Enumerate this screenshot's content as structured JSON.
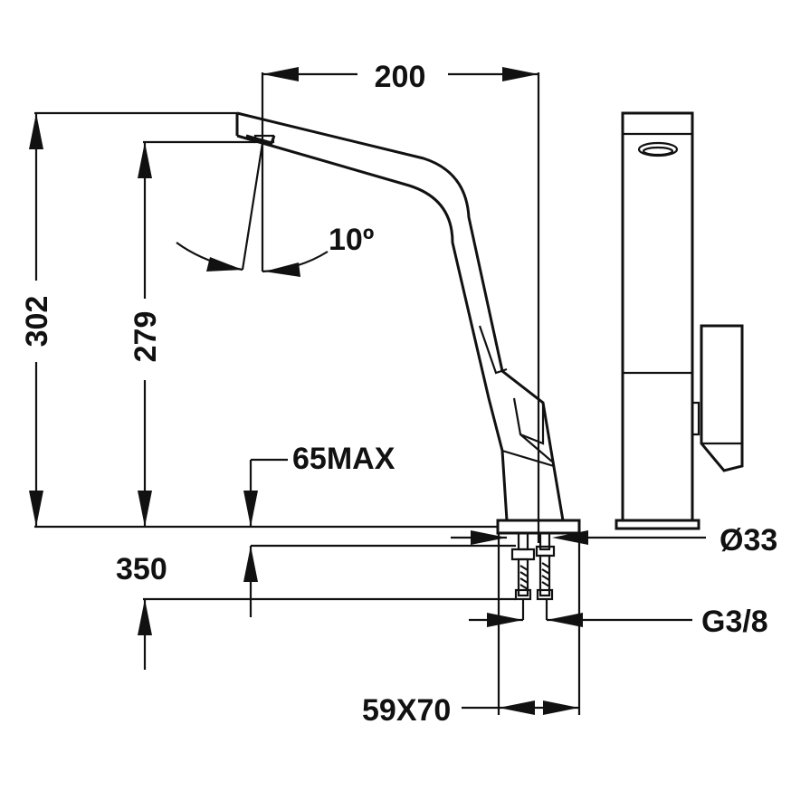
{
  "dimensions": {
    "width_200": "200",
    "height_302": "302",
    "height_279": "279",
    "angle": "10º",
    "deck_max": "65MAX",
    "hose_350": "350",
    "diameter": "Ø33",
    "thread": "G3/8",
    "base": "59X70"
  },
  "colors": {
    "line": "#111111",
    "background": "#ffffff"
  }
}
